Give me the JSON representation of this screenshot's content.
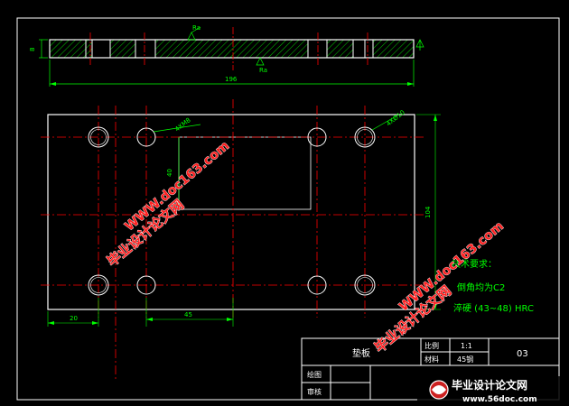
{
  "dimensions": {
    "overall_length": "196",
    "height": "104",
    "hole_y_offset": "40",
    "hole_x_offset": "20",
    "hole_spacing_x": "45",
    "thread_callout_left": "4XM8",
    "thread_callout_right": "4XØ10",
    "section_mark": "Ra",
    "thickness_mark": "8"
  },
  "tech_requirements": {
    "title": "技术要求：",
    "items": [
      "倒角均为C2",
      "淬硬  (43~48) HRC"
    ]
  },
  "title_block": {
    "part_name": "垫板",
    "scale_label": "比例",
    "scale_value": "1:1",
    "material_label": "材料",
    "material_value": "45钢",
    "drawing_no": "03",
    "drawn_label": "绘图",
    "checked_label": "审核"
  },
  "watermarks": {
    "line1": "毕业设计论文网",
    "line2": "WWW.doc163.com",
    "corner_site_name": "毕业设计论文网",
    "corner_url": "www.56doc.com"
  },
  "colors": {
    "background": "#000000",
    "outline": "#ffffff",
    "center_line": "#ff0000",
    "dimension": "#00ff00",
    "hatch": "#00ff00"
  }
}
